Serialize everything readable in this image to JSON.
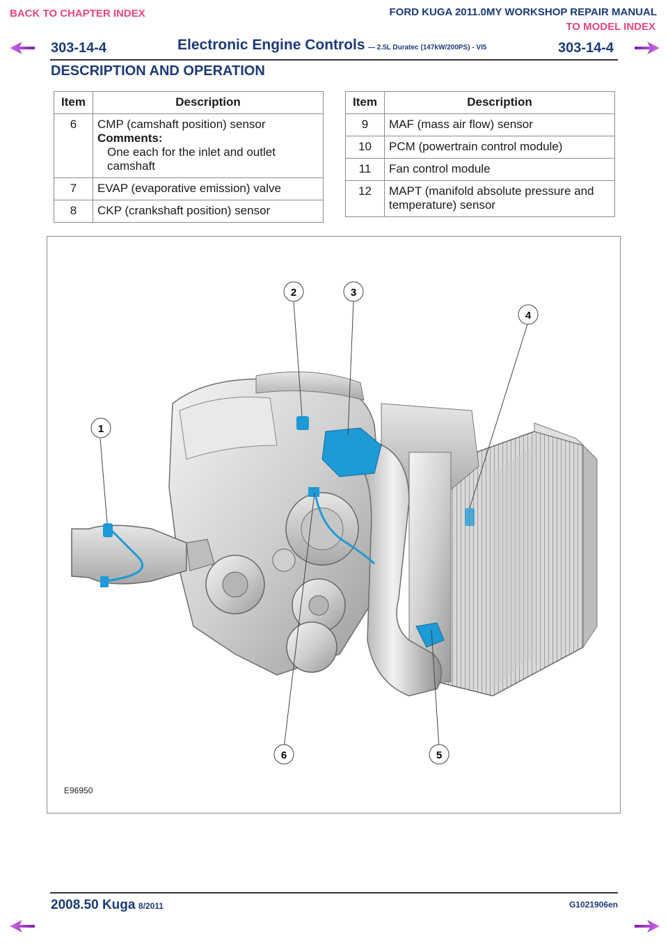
{
  "header": {
    "back_link": "BACK TO CHAPTER INDEX",
    "manual_title": "FORD KUGA 2011.0MY WORKSHOP REPAIR MANUAL",
    "model_link": "TO MODEL INDEX",
    "page_code_left": "303-14-4",
    "page_code_right": "303-14-4",
    "section_title": "Electronic Engine Controls",
    "section_subtitle": "— 2.5L Duratec (147kW/200PS) - VI5",
    "heading": "DESCRIPTION AND OPERATION"
  },
  "tables": {
    "left": {
      "columns": [
        "Item",
        "Description"
      ],
      "rows": [
        {
          "item": "6",
          "description": "CMP (camshaft position) sensor",
          "comments_label": "Comments:",
          "comments": "One each for the inlet and outlet camshaft"
        },
        {
          "item": "7",
          "description": "EVAP (evaporative emission) valve"
        },
        {
          "item": "8",
          "description": "CKP (crankshaft position) sensor"
        }
      ]
    },
    "right": {
      "columns": [
        "Item",
        "Description"
      ],
      "rows": [
        {
          "item": "9",
          "description": "MAF (mass air flow) sensor"
        },
        {
          "item": "10",
          "description": "PCM (powertrain control module)"
        },
        {
          "item": "11",
          "description": "Fan control module"
        },
        {
          "item": "12",
          "description": "MAPT (manifold absolute pressure and temperature) sensor"
        }
      ]
    }
  },
  "figure": {
    "callouts": [
      "1",
      "2",
      "3",
      "4",
      "5",
      "6"
    ],
    "image_ref": "E96950"
  },
  "footer": {
    "model": "2008.50 Kuga",
    "date": "8/2011",
    "doc_code": "G1021906en"
  },
  "colors": {
    "link_pink": "#e8477a",
    "heading_blue": "#1b3a78",
    "sensor_blue": "#1e9ad6",
    "nav_purple": "#a03cc8"
  }
}
